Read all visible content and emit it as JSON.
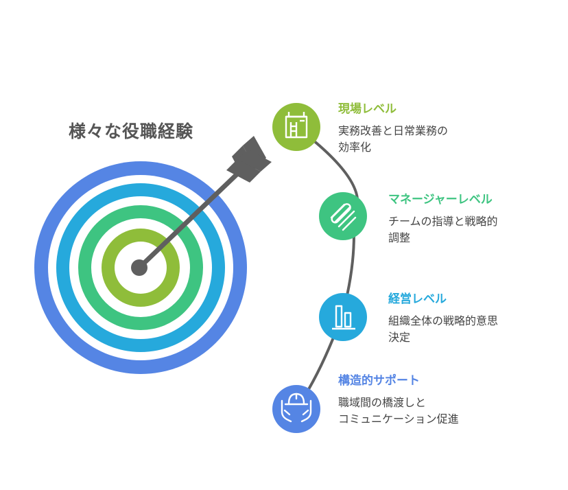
{
  "title": "様々な役職経験",
  "colors": {
    "outer_ring": "#5585E4",
    "ring2": "#26A9DC",
    "ring3": "#3EC481",
    "center": "#8FBD3A",
    "arrow": "#5F5F5F",
    "timeline": "#5F5F5F"
  },
  "levels": [
    {
      "title": "現場レベル",
      "desc_lines": [
        "実務改善と日常業務の",
        "効率化"
      ],
      "color": "#8FBD3A",
      "icon": "building-ladder-icon"
    },
    {
      "title": "マネージャーレベル",
      "desc_lines": [
        "チームの指導と戦略的",
        "調整"
      ],
      "color": "#3EC481",
      "icon": "bandage-stripes-icon"
    },
    {
      "title": "経営レベル",
      "desc_lines": [
        "組織全体の戦略的意思",
        "決定"
      ],
      "color": "#26A9DC",
      "icon": "bar-chart-icon"
    },
    {
      "title": "構造的サポート",
      "desc_lines": [
        "職域間の橋渡しと",
        "コミュニケーション促進"
      ],
      "color": "#5585E4",
      "icon": "hands-helmet-icon"
    }
  ]
}
